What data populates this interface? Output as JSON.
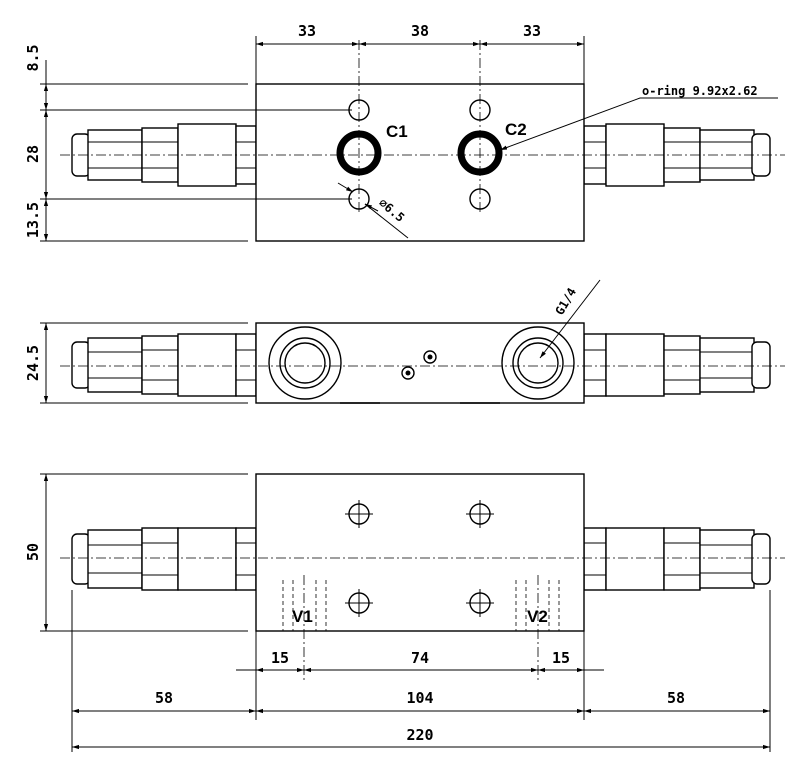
{
  "dimensions": {
    "top": [
      "33",
      "38",
      "33"
    ],
    "left_side": [
      "8.5",
      "28",
      "13.5"
    ],
    "middle_height": "24.5",
    "bottom_height": "50",
    "ports_spacing": [
      "15",
      "74",
      "15"
    ],
    "lengths": [
      "58",
      "104",
      "58"
    ],
    "overall": "220"
  },
  "ports": {
    "c1": "C1",
    "c2": "C2",
    "v1": "V1",
    "v2": "V2"
  },
  "annotations": {
    "oring": "o-ring 9.92x2.62",
    "hole": "⌀6.5",
    "thread": "G1/4"
  },
  "colors": {
    "line": "#000000",
    "background": "#ffffff"
  }
}
